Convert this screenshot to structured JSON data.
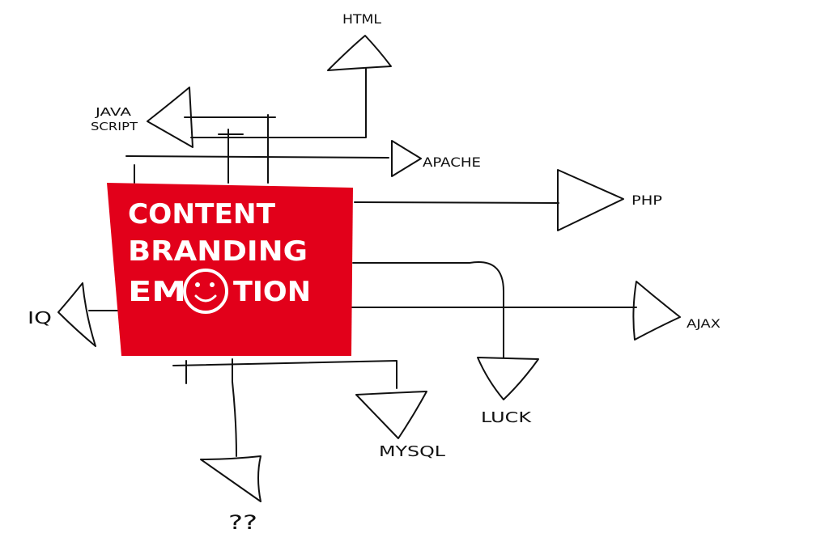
{
  "center_box": {
    "lines": [
      "CONTENT",
      "BRANDING",
      "EM",
      "TION"
    ],
    "color": "#e2001a",
    "text_color": "#ffffff",
    "smiley_icon": "smiley-face-icon"
  },
  "nodes": {
    "html": "HTML",
    "java_script_line1": "JAVA",
    "java_script_line2": "SCRIPT",
    "apache": "APACHE",
    "php": "PHP",
    "ajax": "AJAX",
    "iq": "IQ",
    "luck": "LUCK",
    "mysql": "MYSQL",
    "unknown": "??"
  },
  "colors": {
    "ink": "#111111",
    "background": "#ffffff"
  }
}
